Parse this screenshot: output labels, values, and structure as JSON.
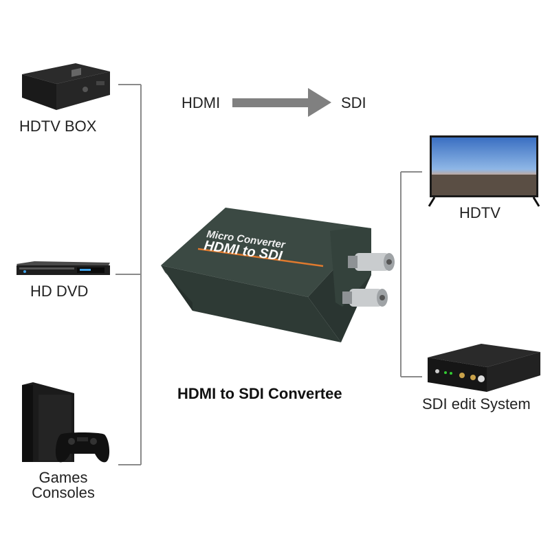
{
  "flow": {
    "from": "HDMI",
    "to": "SDI"
  },
  "sources": [
    {
      "label": "HDTV BOX",
      "icon": "set-top-box-icon"
    },
    {
      "label": "HD DVD",
      "icon": "dvd-player-icon"
    },
    {
      "label_line1": "Games",
      "label_line2": "Consoles",
      "icon": "game-console-icon"
    }
  ],
  "device": {
    "line1": "Micro Converter",
    "line2": "HDMI to SDI",
    "caption": "HDMI to SDI Convertee"
  },
  "outputs": [
    {
      "label": "HDTV",
      "icon": "tv-icon"
    },
    {
      "label": "SDI edit System",
      "icon": "sdi-edit-system-icon"
    }
  ],
  "colors": {
    "line": "#7a7a7a",
    "arrow": "#7f7f7f",
    "device": "#3c4a44",
    "accent": "#e07a2e"
  }
}
